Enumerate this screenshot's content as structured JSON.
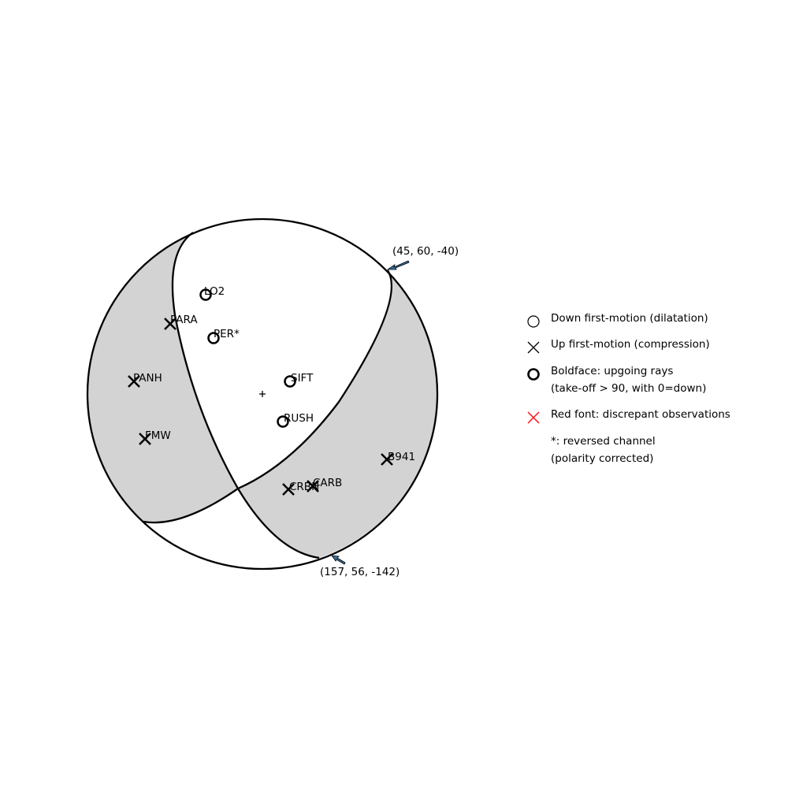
{
  "colors": {
    "compressional_fill": "#d3d3d3",
    "arrow": "#3a6fa0",
    "discrepant": "#ff0000"
  },
  "nodal_planes": [
    {
      "label": "(45, 60, -40)"
    },
    {
      "label": "(157, 56, -142)"
    }
  ],
  "stations": [
    {
      "name": "LO2",
      "polarity": "down",
      "upgoing": true
    },
    {
      "name": "PARA",
      "polarity": "up",
      "upgoing": true
    },
    {
      "name": "PER*",
      "polarity": "down",
      "upgoing": true
    },
    {
      "name": "PANH",
      "polarity": "up",
      "upgoing": true
    },
    {
      "name": "SIFT",
      "polarity": "down",
      "upgoing": true
    },
    {
      "name": "RUSH",
      "polarity": "down",
      "upgoing": true
    },
    {
      "name": "FMW",
      "polarity": "up",
      "upgoing": true
    },
    {
      "name": "B941",
      "polarity": "up",
      "upgoing": true
    },
    {
      "name": "CRBN",
      "polarity": "up",
      "upgoing": true
    },
    {
      "name": "CARB",
      "polarity": "up",
      "upgoing": true
    }
  ],
  "legend": {
    "down": "Down first-motion (dilatation)",
    "up": "Up first-motion (compression)",
    "bold_line1": "Boldface: upgoing rays",
    "bold_line2": "(take-off > 90, with 0=down)",
    "red": "Red font: discrepant observations",
    "reversed_line1": "*: reversed channel",
    "reversed_line2": "(polarity corrected)"
  }
}
